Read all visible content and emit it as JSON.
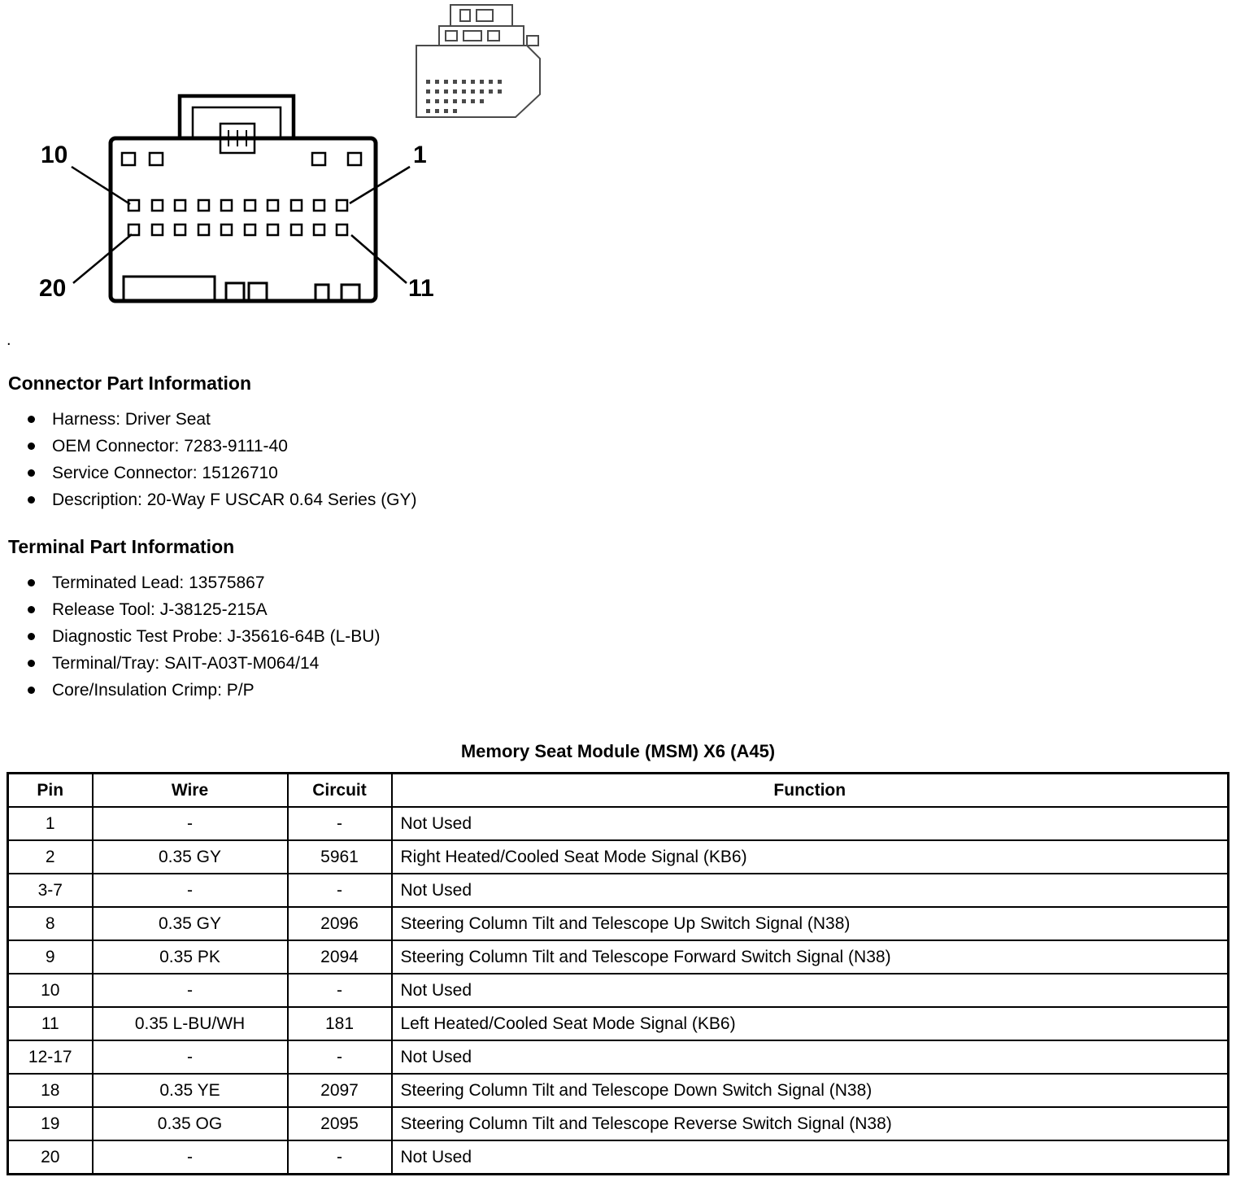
{
  "page": {
    "stray_mark": "."
  },
  "diagram": {
    "labels": {
      "top_left": "10",
      "top_right": "1",
      "bottom_left": "20",
      "bottom_right": "11"
    }
  },
  "connector_info": {
    "title": "Connector Part Information",
    "items": [
      "Harness: Driver Seat",
      "OEM Connector: 7283-9111-40",
      "Service Connector: 15126710",
      "Description: 20-Way F USCAR 0.64 Series (GY)"
    ]
  },
  "terminal_info": {
    "title": "Terminal Part Information",
    "items": [
      "Terminated Lead: 13575867",
      "Release Tool: J-38125-215A",
      "Diagnostic Test Probe: J-35616-64B (L-BU)",
      "Terminal/Tray: SAIT-A03T-M064/14",
      "Core/Insulation Crimp: P/P"
    ]
  },
  "table": {
    "title": "Memory Seat Module (MSM) X6 (A45)",
    "headers": [
      "Pin",
      "Wire",
      "Circuit",
      "Function"
    ],
    "rows": [
      [
        "1",
        "-",
        "-",
        "Not Used"
      ],
      [
        "2",
        "0.35 GY",
        "5961",
        "Right Heated/Cooled Seat Mode Signal (KB6)"
      ],
      [
        "3-7",
        "-",
        "-",
        "Not Used"
      ],
      [
        "8",
        "0.35 GY",
        "2096",
        "Steering Column Tilt and Telescope Up Switch Signal (N38)"
      ],
      [
        "9",
        "0.35 PK",
        "2094",
        "Steering Column Tilt and Telescope Forward Switch Signal (N38)"
      ],
      [
        "10",
        "-",
        "-",
        "Not Used"
      ],
      [
        "11",
        "0.35 L-BU/WH",
        "181",
        "Left Heated/Cooled Seat Mode Signal (KB6)"
      ],
      [
        "12-17",
        "-",
        "-",
        "Not Used"
      ],
      [
        "18",
        "0.35 YE",
        "2097",
        "Steering Column Tilt and Telescope Down Switch Signal (N38)"
      ],
      [
        "19",
        "0.35 OG",
        "2095",
        "Steering Column Tilt and Telescope Reverse Switch Signal (N38)"
      ],
      [
        "20",
        "-",
        "-",
        "Not Used"
      ]
    ]
  }
}
